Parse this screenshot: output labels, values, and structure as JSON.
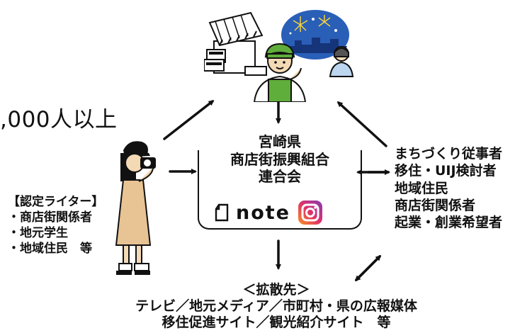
{
  "stat_text": ",000人以上",
  "center": {
    "title_lines": [
      "宮崎県",
      "商店街振興組合",
      "連合会"
    ],
    "note_wordmark": "note"
  },
  "right_targets": [
    "まちづくり従事者",
    "移住・UIJ検討者",
    "地域住民",
    "商店街関係者",
    "起業・創業希望者"
  ],
  "left_writers": {
    "heading": "【認定ライター】",
    "items": [
      "・商店街関係者",
      "・地元学生",
      "・地域住民　等"
    ]
  },
  "bottom": {
    "heading": "＜拡散先＞",
    "line1": "テレビ／地元メディア／市町村・県の広報媒体",
    "line2": "移住促進サイト／観光紹介サイト　等"
  },
  "colors": {
    "shop_green": "#5fad3a",
    "night_sky": "#2a5fb8",
    "firework_yellow": "#f7d13a",
    "instagram_orange": "#f7931e",
    "instagram_pink": "#e1306c",
    "instagram_purple": "#833ab4",
    "skin": "#f4d9b5"
  },
  "icons": [
    "shop-icon",
    "shopkeeper-icon",
    "fireworks-icon",
    "photographer-icon",
    "note-logo-icon",
    "instagram-icon"
  ]
}
